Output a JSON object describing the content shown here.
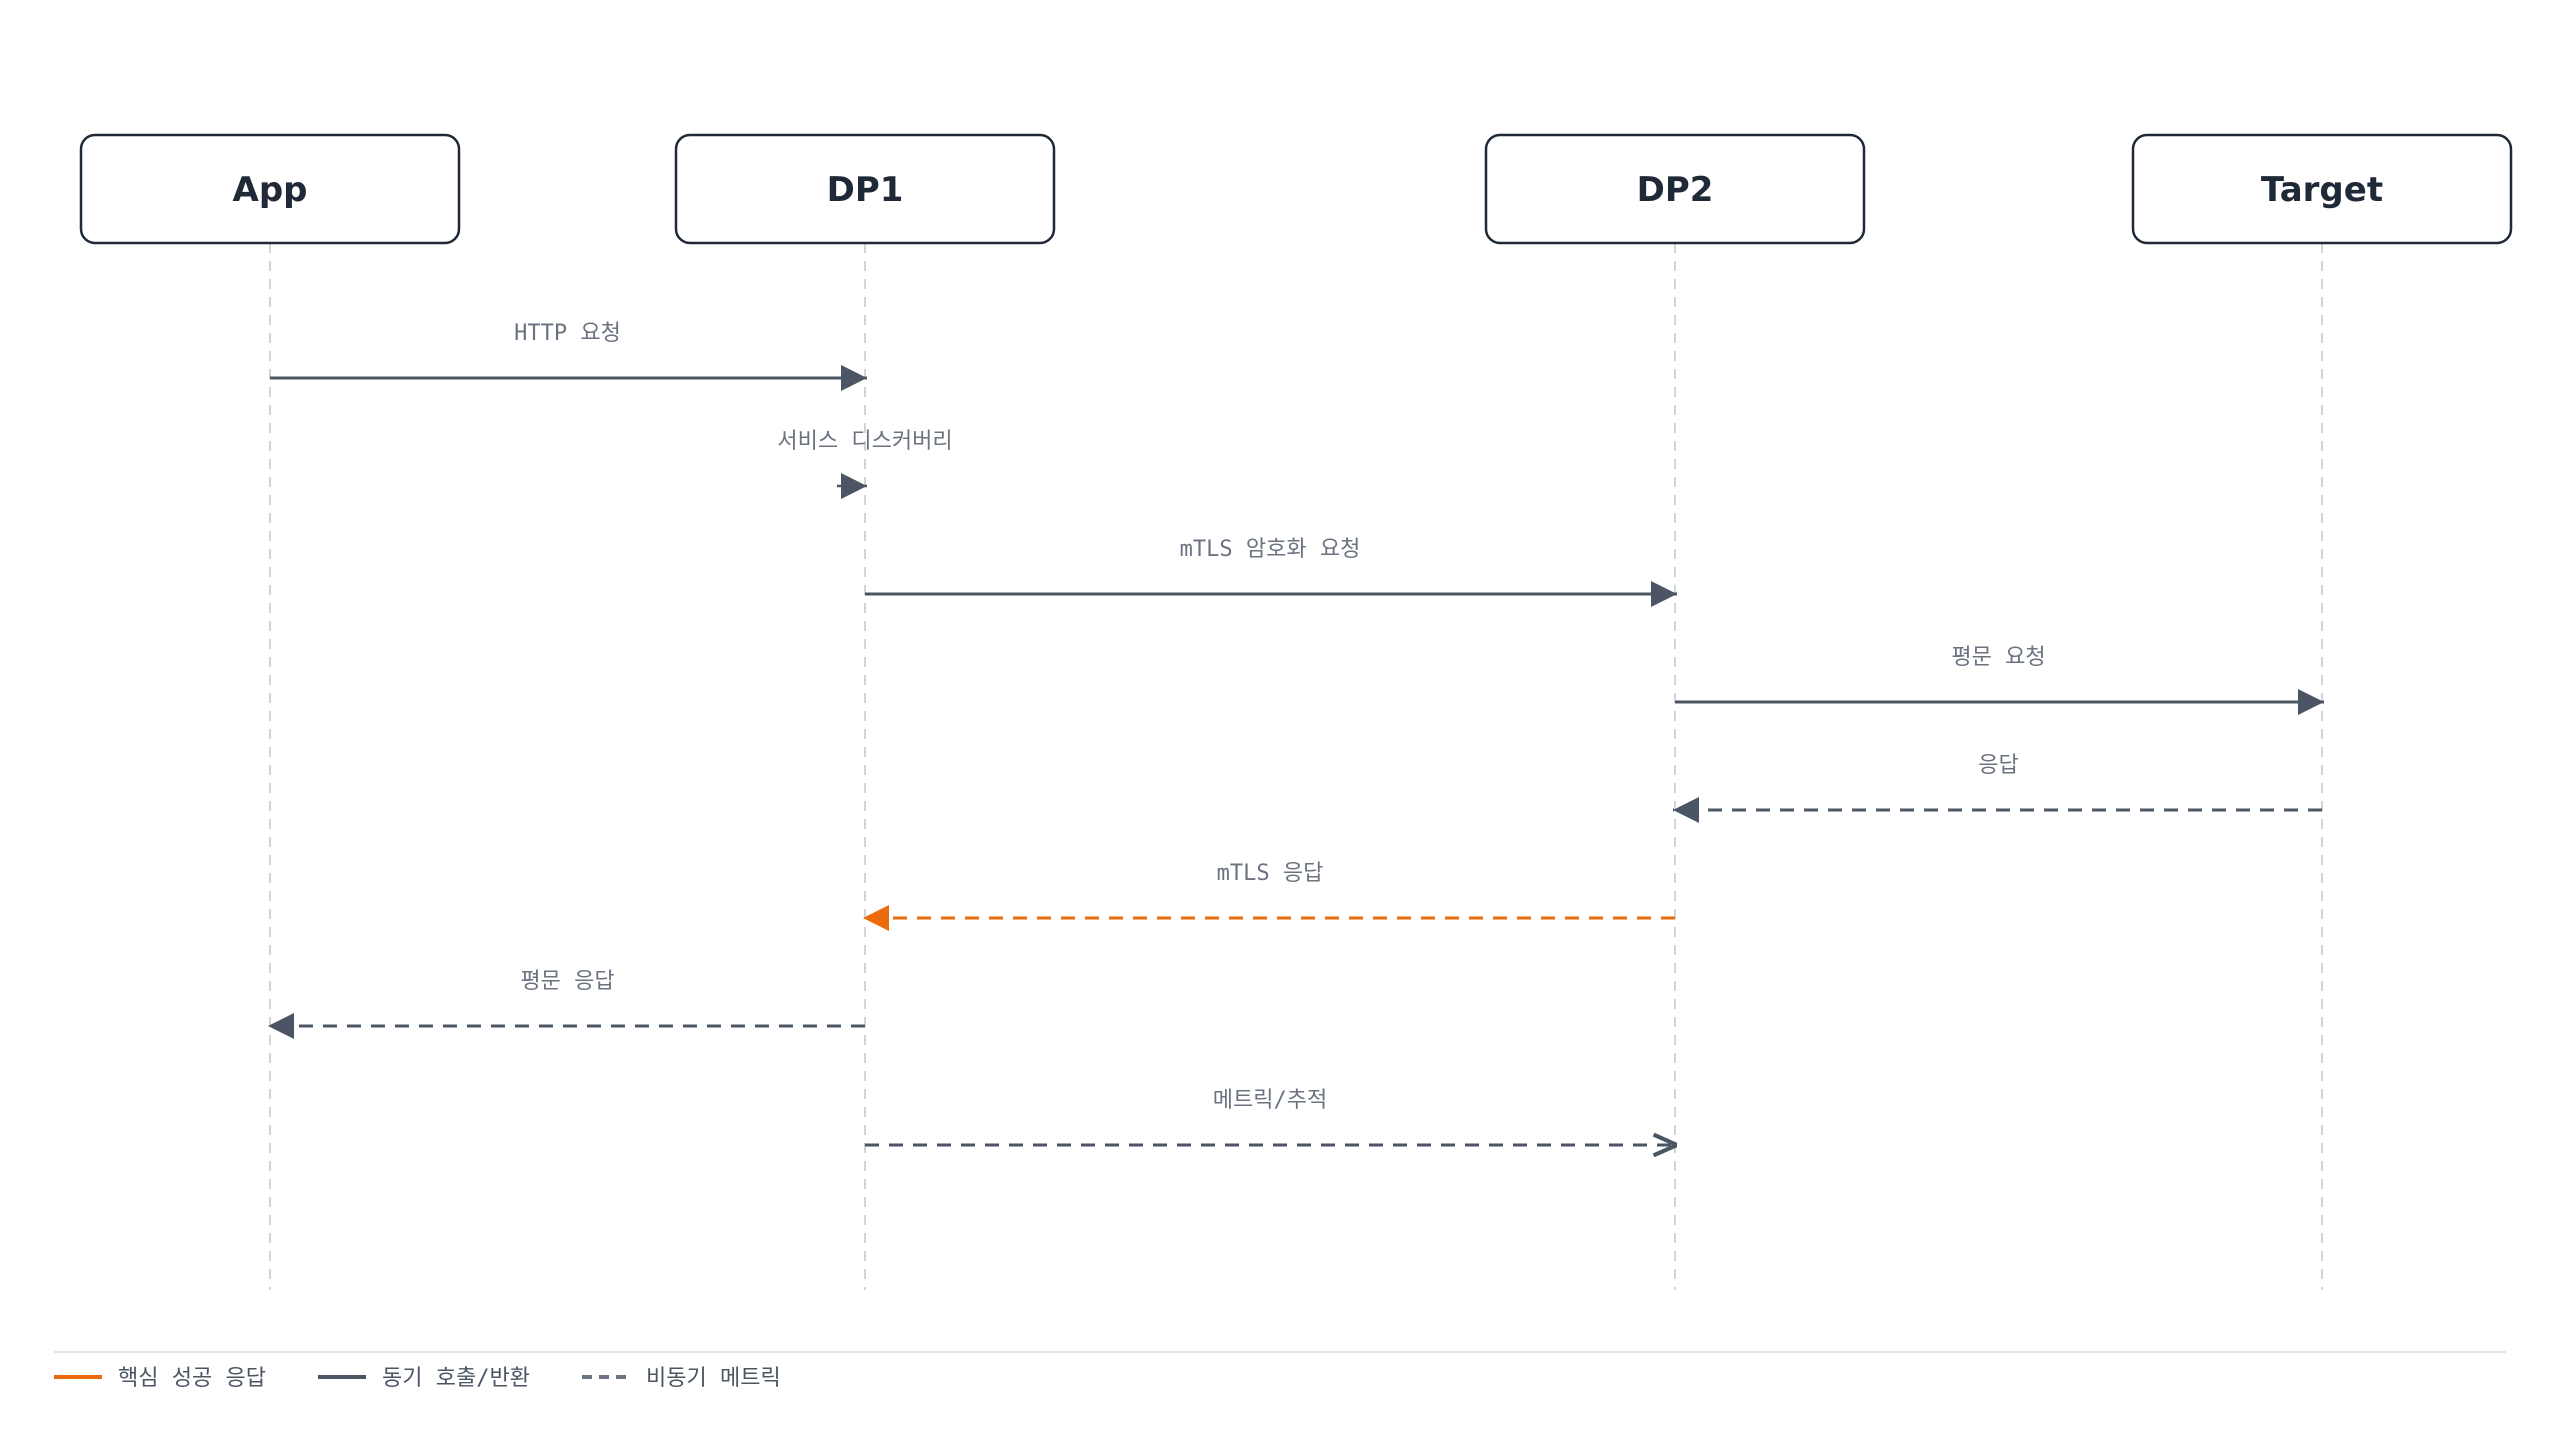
{
  "participants": [
    {
      "id": "app",
      "label": "App"
    },
    {
      "id": "dp1",
      "label": "DP1"
    },
    {
      "id": "dp2",
      "label": "DP2"
    },
    {
      "id": "target",
      "label": "Target"
    }
  ],
  "messages": [
    {
      "from": "app",
      "to": "dp1",
      "label": "HTTP 요청",
      "style": "sync",
      "head": "filled"
    },
    {
      "from": "dp1",
      "to": "dp1",
      "label": "서비스 디스커버리",
      "style": "self",
      "head": "filled"
    },
    {
      "from": "dp1",
      "to": "dp2",
      "label": "mTLS 암호화 요청",
      "style": "sync",
      "head": "filled"
    },
    {
      "from": "dp2",
      "to": "target",
      "label": "평문 요청",
      "style": "sync",
      "head": "filled"
    },
    {
      "from": "target",
      "to": "dp2",
      "label": "응답",
      "style": "return",
      "head": "filled"
    },
    {
      "from": "dp2",
      "to": "dp1",
      "label": "mTLS 응답",
      "style": "highlight",
      "head": "filled"
    },
    {
      "from": "dp1",
      "to": "app",
      "label": "평문 응답",
      "style": "return",
      "head": "filled"
    },
    {
      "from": "dp1",
      "to": "dp2",
      "label": "메트릭/추적",
      "style": "async",
      "head": "open"
    }
  ],
  "legend": [
    {
      "label": "핵심 성공 응답",
      "style": "highlight"
    },
    {
      "label": "동기 호출/반환",
      "style": "sync"
    },
    {
      "label": "비동기 메트릭",
      "style": "async"
    }
  ],
  "colors": {
    "box_stroke": "#1f2937",
    "lifeline": "#d1d5db",
    "arrow": "#4b5563",
    "highlight": "#ea6a0c",
    "async": "#6b7280",
    "divider": "#e5e7eb"
  }
}
